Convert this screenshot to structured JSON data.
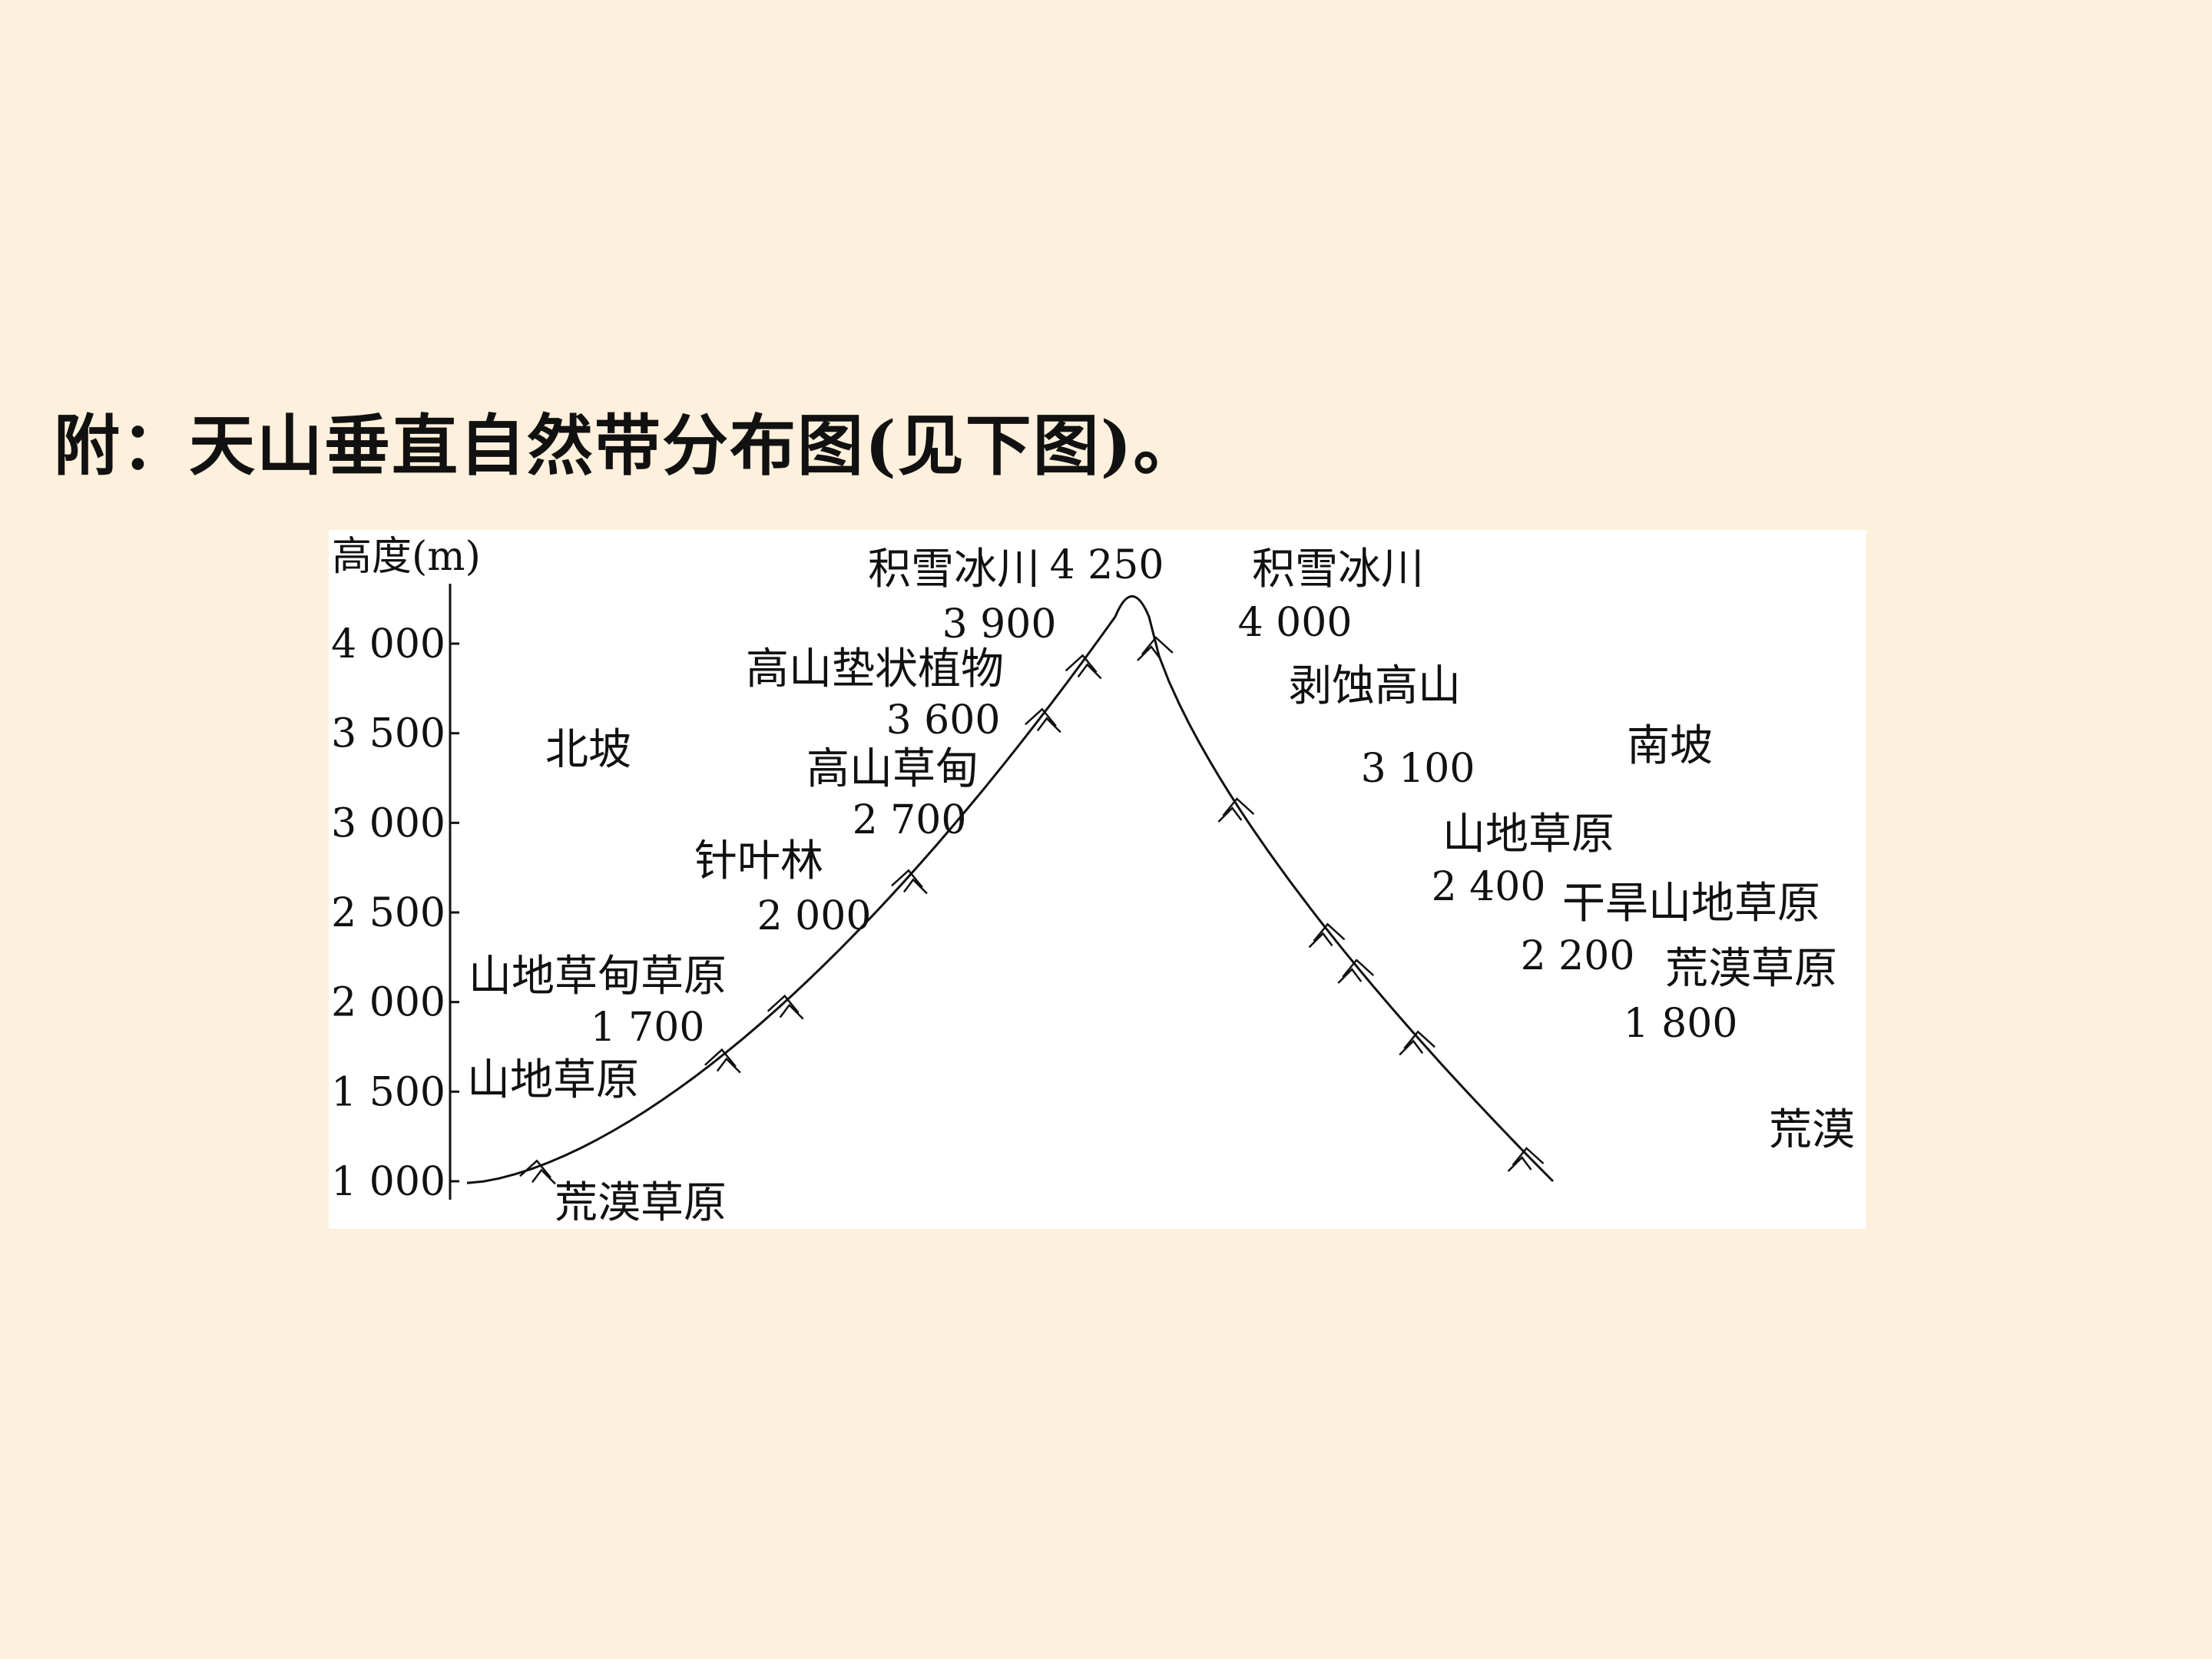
{
  "slide": {
    "title": "附：天山垂直自然带分布图(见下图)。"
  },
  "diagram": {
    "axis_label": "高度(m)",
    "axis_ticks": [
      {
        "value": 4000,
        "label": "4 000"
      },
      {
        "value": 3500,
        "label": "3 500"
      },
      {
        "value": 3000,
        "label": "3 000"
      },
      {
        "value": 2500,
        "label": "2 500"
      },
      {
        "value": 2000,
        "label": "2 000"
      },
      {
        "value": 1500,
        "label": "1 500"
      },
      {
        "value": 1000,
        "label": "1 000"
      }
    ],
    "summit": {
      "value": 4250,
      "label": "4 250"
    },
    "north": {
      "slope_label": "北坡",
      "zones_bottom_up": [
        "荒漠草原",
        "山地草原",
        "山地草甸草原",
        "针叶林",
        "高山草甸",
        "高山垫状植物",
        "积雪冰川"
      ],
      "boundaries": [
        {
          "value": 1700,
          "label": "1 700"
        },
        {
          "value": 2000,
          "label": "2 000"
        },
        {
          "value": 2700,
          "label": "2 700"
        },
        {
          "value": 3600,
          "label": "3 600"
        },
        {
          "value": 3900,
          "label": "3 900"
        }
      ]
    },
    "south": {
      "slope_label": "南坡",
      "zones_bottom_up": [
        "荒漠",
        "荒漠草原",
        "干旱山地草原",
        "山地草原",
        "剥蚀高山",
        "积雪冰川"
      ],
      "boundaries": [
        {
          "value": 1800,
          "label": "1 800"
        },
        {
          "value": 2200,
          "label": "2 200"
        },
        {
          "value": 2400,
          "label": "2 400"
        },
        {
          "value": 3100,
          "label": "3 100"
        },
        {
          "value": 4000,
          "label": "4 000"
        }
      ]
    }
  }
}
